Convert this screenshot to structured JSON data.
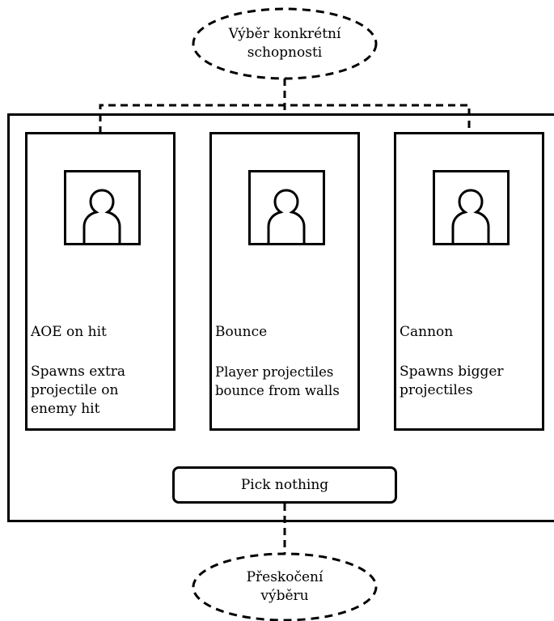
{
  "top_node": {
    "label_line1": "Výběr konkrétní",
    "label_line2": "schopnosti"
  },
  "bottom_node": {
    "label_line1": "Přeskočení",
    "label_line2": "výběru"
  },
  "cards": [
    {
      "icon": "person-icon",
      "title": "AOE on hit",
      "description": "Spawns extra\nprojectile on\nenemy hit"
    },
    {
      "icon": "person-icon",
      "title": "Bounce",
      "description": "Player projectiles\nbounce from walls"
    },
    {
      "icon": "person-icon",
      "title": "Cannon",
      "description": "Spawns bigger\nprojectiles"
    }
  ],
  "pick_nothing": {
    "label": "Pick nothing"
  },
  "colors": {
    "stroke": "#000000",
    "background": "#ffffff"
  }
}
